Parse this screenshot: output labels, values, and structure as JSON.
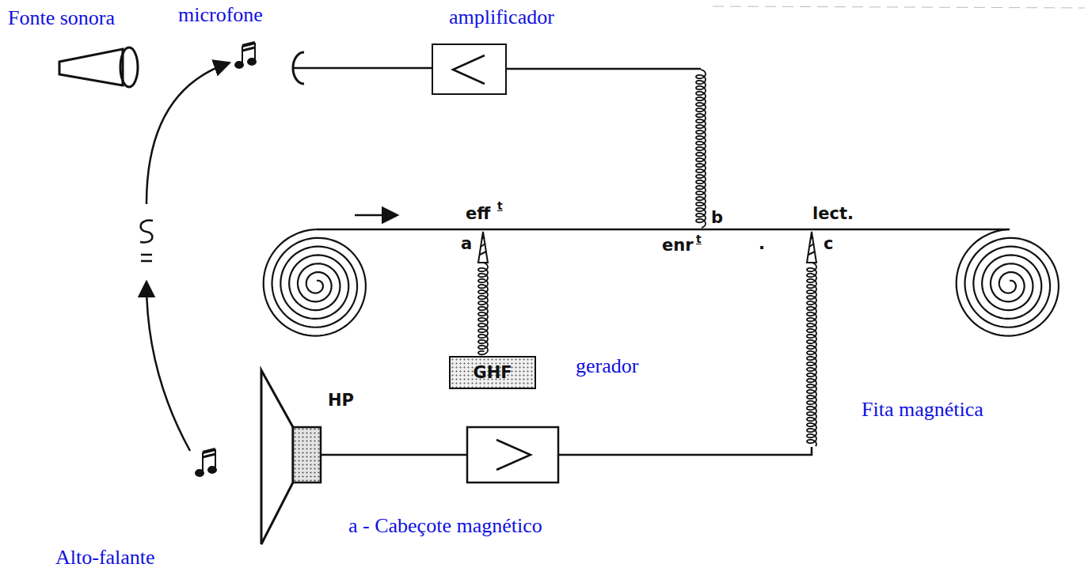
{
  "diagram": {
    "nodes": [
      {
        "text": [
          "amplificador"
        ]
      },
      {
        "text": [
          "GHF",
          "gerador"
        ]
      }
    ],
    "labels": [
      "Fonte sonora",
      "microfone",
      "eff",
      "t",
      "b",
      "lect.",
      "a",
      "enr",
      "t",
      ".",
      "c",
      "Fita magnética",
      "HP",
      "a - Cabeçote magnético",
      "Alto-falante"
    ]
  }
}
